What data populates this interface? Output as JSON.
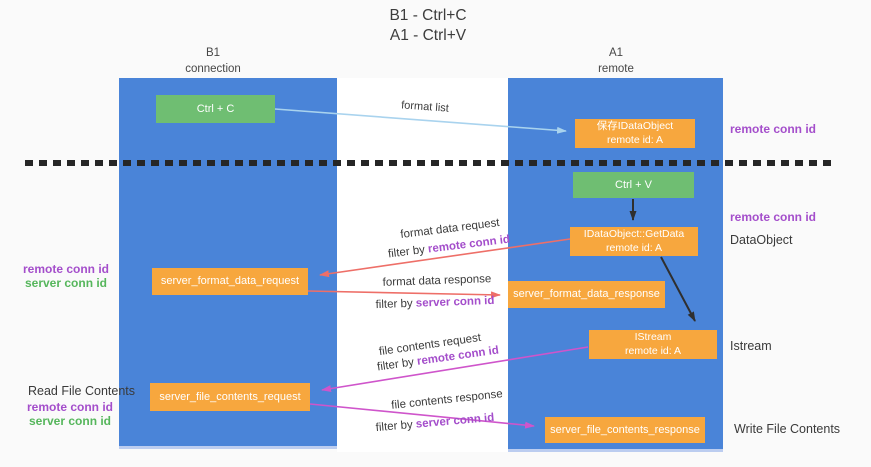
{
  "title": {
    "line1": "B1 - Ctrl+C",
    "line2": "A1 - Ctrl+V"
  },
  "lanes": {
    "left": {
      "name": "B1",
      "subtitle": "connection"
    },
    "right": {
      "name": "A1",
      "subtitle": "remote"
    }
  },
  "boxes": {
    "ctrl_c": "Ctrl + C",
    "save_dataobject": {
      "line1": "保存IDataObject",
      "line2": "remote id: A"
    },
    "ctrl_v": "Ctrl + V",
    "getdata": {
      "line1": "IDataObject::GetData",
      "line2": "remote id: A"
    },
    "format_request": "server_format_data_request",
    "format_response": "server_format_data_response",
    "istream": {
      "line1": "IStream",
      "line2": "remote id: A"
    },
    "file_request": "server_file_contents_request",
    "file_response": "server_file_contents_response"
  },
  "arrow_labels": {
    "format_list": "format list",
    "format_data_request": {
      "text": "format data request",
      "filter_prefix": "filter by ",
      "filter_id": "remote conn id"
    },
    "format_data_response": {
      "text": "format data response",
      "filter_prefix": "filter by ",
      "filter_id": "server conn id"
    },
    "file_contents_request": {
      "text": "file contents request",
      "filter_prefix": "filter by ",
      "filter_id": "remote conn id"
    },
    "file_contents_response": {
      "text": "file contents response",
      "filter_prefix": "filter by ",
      "filter_id": "server conn id"
    }
  },
  "side_labels": {
    "left_mid": {
      "remote": "remote conn id",
      "server": "server conn id"
    },
    "left_bottom": {
      "title": "Read File Contents",
      "remote": "remote conn id",
      "server": "server conn id"
    },
    "right": {
      "remote_1": "remote conn id",
      "remote_2": "remote conn id",
      "dataobject": "DataObject",
      "istream": "Istream",
      "write": "Write File Contents"
    }
  },
  "colors": {
    "lane_blue": "#4a84d8",
    "box_orange": "#f7a73e",
    "box_green": "#6fbe72",
    "id_purple": "#a44ecb",
    "id_green": "#56b65c",
    "arrow_lightblue": "#a9d3ee",
    "arrow_salmon": "#ee6f68",
    "arrow_magenta": "#cf55cb",
    "arrow_black": "#2f2f2f"
  }
}
